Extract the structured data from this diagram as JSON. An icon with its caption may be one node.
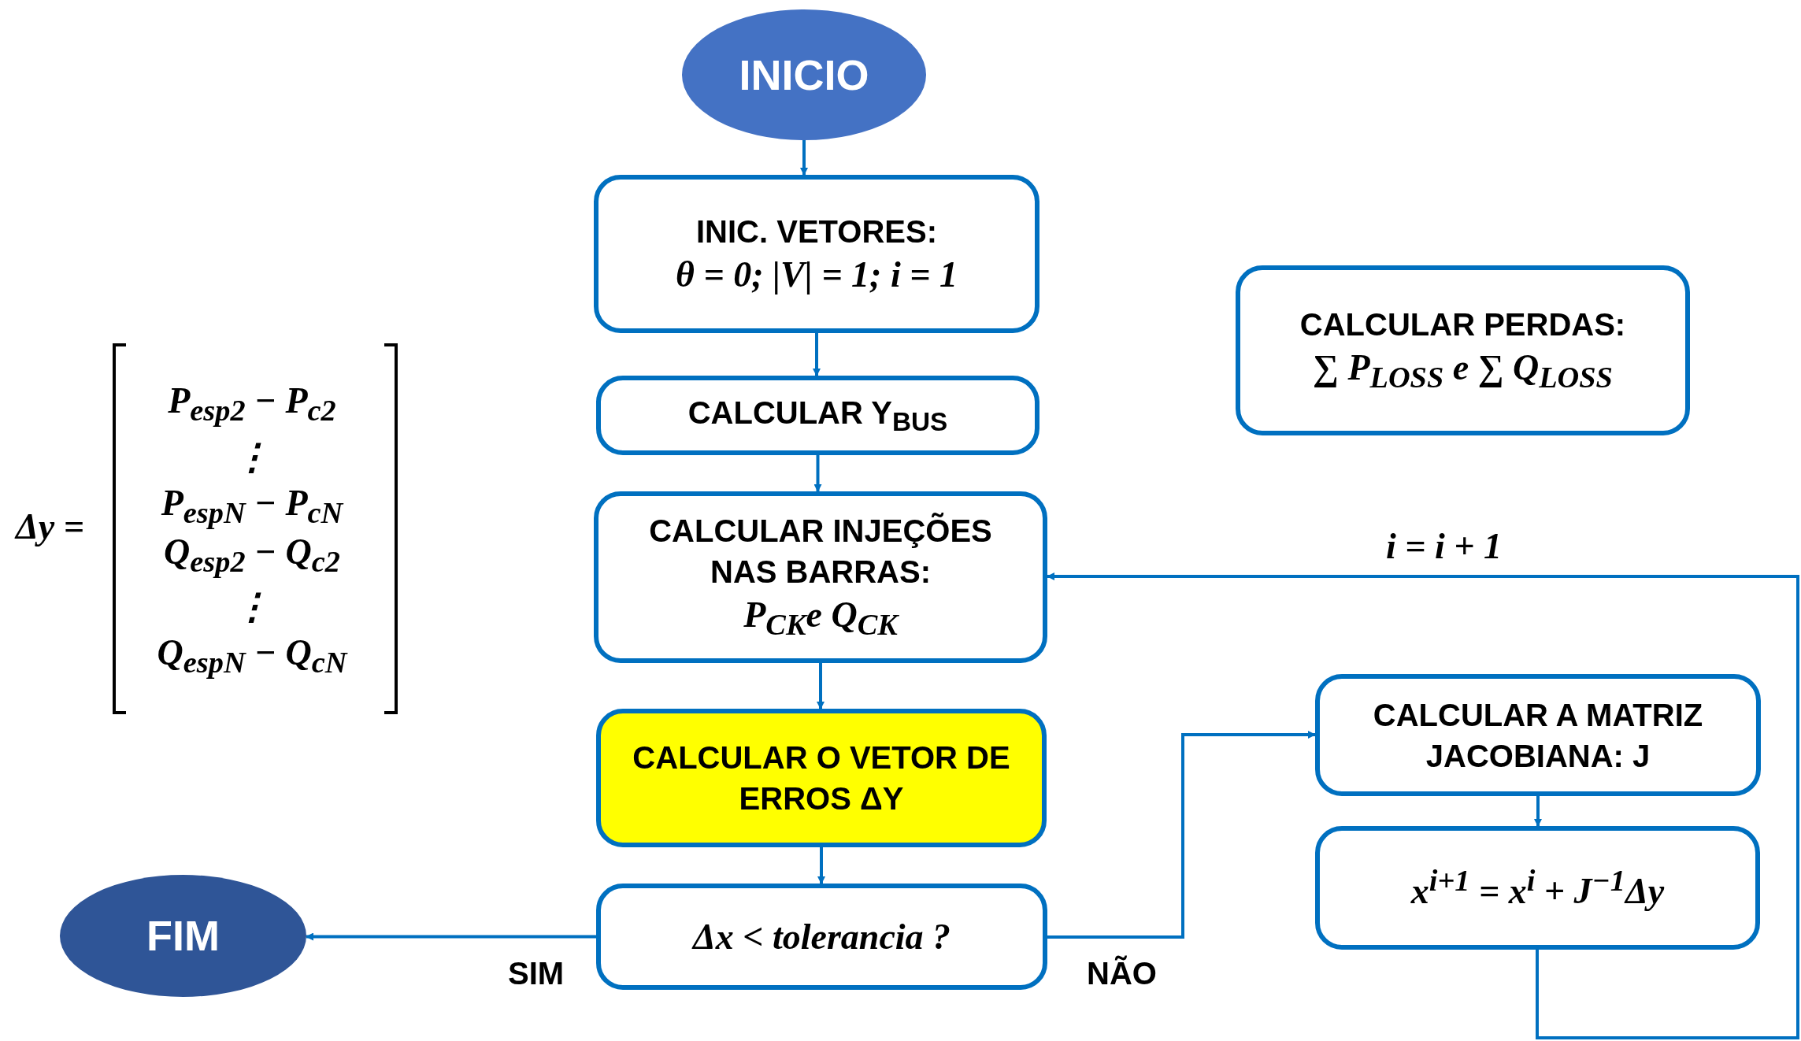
{
  "diagram": {
    "nodes": [
      {
        "text": [
          "INICIO"
        ]
      },
      {
        "text": [
          "INIC. VETORES:",
          "θ = 0; |V| = 1; i = 1"
        ]
      },
      {
        "text": [
          "CALCULAR Y$_{BUS}$"
        ]
      },
      {
        "text": [
          "CALCULAR INJEÇÕES NAS BARRAS:",
          "P$_{CK}$e Q$_{CK}$"
        ]
      },
      {
        "text": [
          "CALCULAR O VETOR DE ERROS ΔY"
        ]
      },
      {
        "text": [
          "Δx < tolerancia ?"
        ]
      },
      {
        "text": [
          "FIM"
        ]
      },
      {
        "text": [
          "CALCULAR A MATRIZ JACOBIANA: J"
        ]
      },
      {
        "text": [
          "x$^{i+1}$ = x$^{i}$ + J$^{−1}$Δy"
        ]
      },
      {
        "text": [
          "CALCULAR PERDAS:",
          "∑ P$_{LOSS}$ e ∑ Q$_{LOSS}$"
        ]
      }
    ],
    "edges": [
      {
        "from": 0,
        "to": 1,
        "arrow": "to"
      },
      {
        "from": 1,
        "to": 2,
        "arrow": "to"
      },
      {
        "from": 2,
        "to": 3,
        "arrow": "to"
      },
      {
        "from": 3,
        "to": 4,
        "arrow": "to"
      },
      {
        "from": 4,
        "to": 5,
        "arrow": "to"
      },
      {
        "from": 5,
        "to": 6,
        "label": "SIM",
        "arrow": "to"
      },
      {
        "from": 5,
        "to": 7,
        "label": "NÃO",
        "arrow": "to"
      },
      {
        "from": 7,
        "to": 8,
        "arrow": "to"
      },
      {
        "from": 8,
        "to": 3,
        "label": "i = i + 1",
        "arrow": "to"
      }
    ],
    "labels": [
      "Δy =",
      "P$_{esp2}$ − P$_{c2}$",
      "⋮",
      "P$_{espN}$ − P$_{cN}$",
      "Q$_{esp2}$ − Q$_{c2}$",
      "⋮",
      "Q$_{espN}$ − Q$_{cN}$"
    ]
  }
}
